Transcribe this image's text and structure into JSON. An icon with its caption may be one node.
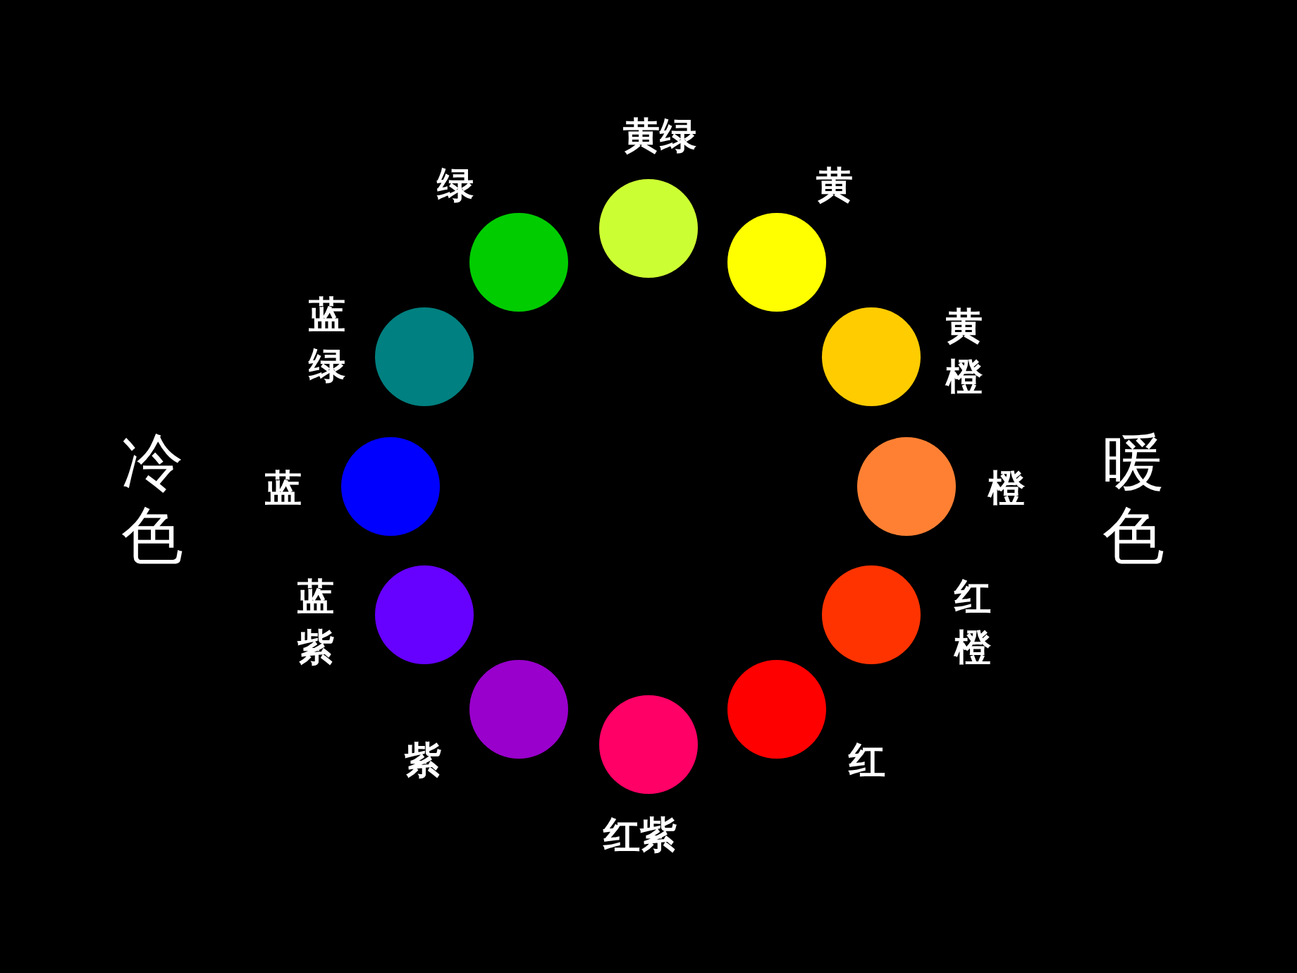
{
  "diagram": {
    "nodes": [
      {
        "text": [],
        "shape": "circle",
        "beside": [
          "黄绿"
        ]
      },
      {
        "text": [],
        "shape": "circle",
        "beside": [
          "黄"
        ]
      },
      {
        "text": [],
        "shape": "circle",
        "beside": [
          "黄橙"
        ]
      },
      {
        "text": [],
        "shape": "circle",
        "beside": [
          "橙"
        ]
      },
      {
        "text": [],
        "shape": "circle",
        "beside": [
          "红橙"
        ]
      },
      {
        "text": [],
        "shape": "circle",
        "beside": [
          "红"
        ]
      },
      {
        "text": [],
        "shape": "circle",
        "beside": [
          "红紫"
        ]
      },
      {
        "text": [],
        "shape": "circle",
        "beside": [
          "紫"
        ]
      },
      {
        "text": [],
        "shape": "circle",
        "beside": [
          "蓝紫"
        ]
      },
      {
        "text": [],
        "shape": "circle",
        "beside": [
          "蓝"
        ]
      },
      {
        "text": [],
        "shape": "circle",
        "beside": [
          "蓝绿"
        ]
      },
      {
        "text": [],
        "shape": "circle",
        "beside": [
          "绿"
        ]
      }
    ],
    "labels": [
      "冷色",
      "暖色"
    ]
  }
}
